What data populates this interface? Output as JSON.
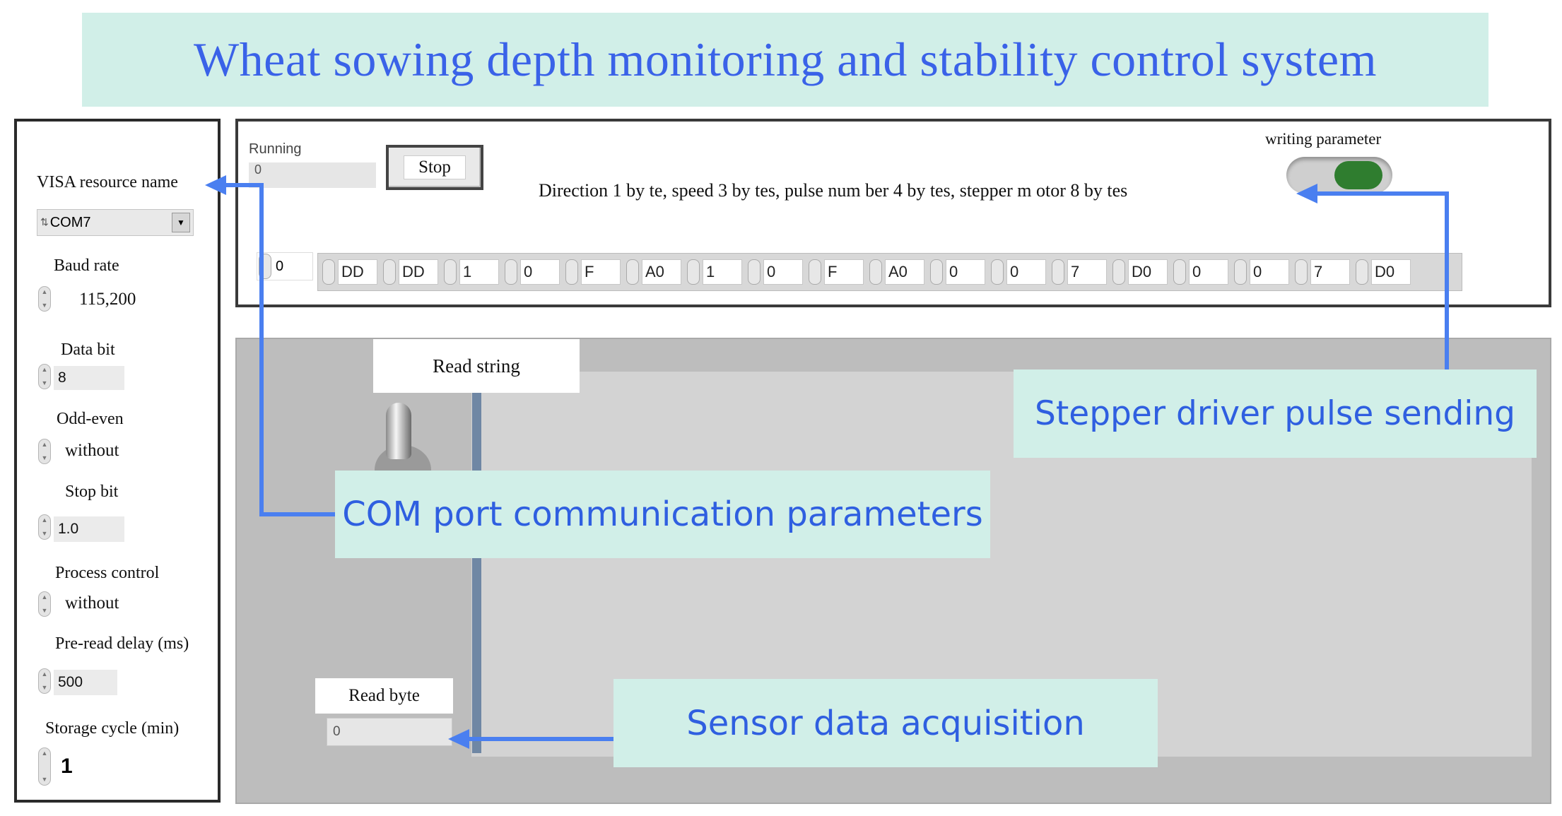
{
  "title": "Wheat sowing depth monitoring and stability control system",
  "com_params": {
    "visa_label": "VISA resource name",
    "visa_value": "COM7",
    "baud_label": "Baud rate",
    "baud_value": "115,200",
    "data_bit_label": "Data bit",
    "data_bit_value": "8",
    "parity_label": "Odd-even",
    "parity_value": "without",
    "stop_bit_label": "Stop bit",
    "stop_bit_value": "1.0",
    "flow_label": "Process control",
    "flow_value": "without",
    "preread_label": "Pre-read delay (ms)",
    "preread_value": "500",
    "storage_label": "Storage cycle (min)",
    "storage_value": "1"
  },
  "top": {
    "running_label": "Running",
    "running_value": "0",
    "stop_label": "Stop",
    "direction_note": "Direction 1 by te, speed 3 by tes, pulse num ber 4 by tes, stepper m otor 8 by tes",
    "writing_label": "writing parameter",
    "index_value": "0",
    "bytes": [
      "DD",
      "DD",
      "1",
      "0",
      "F",
      "A0",
      "1",
      "0",
      "F",
      "A0",
      "0",
      "0",
      "7",
      "D0",
      "0",
      "0",
      "7",
      "D0"
    ]
  },
  "lower": {
    "read_string_label": "Read string",
    "read_byte_label": "Read byte",
    "read_byte_value": "0"
  },
  "callouts": {
    "stepper": "Stepper driver pulse sending",
    "com": "COM port communication parameters",
    "sensor": "Sensor data acquisition"
  },
  "colors": {
    "banner_bg": "#d1efe8",
    "accent_blue": "#3a62e8",
    "arrow_blue": "#4a7ff0",
    "toggle_green": "#2f7d2f"
  }
}
